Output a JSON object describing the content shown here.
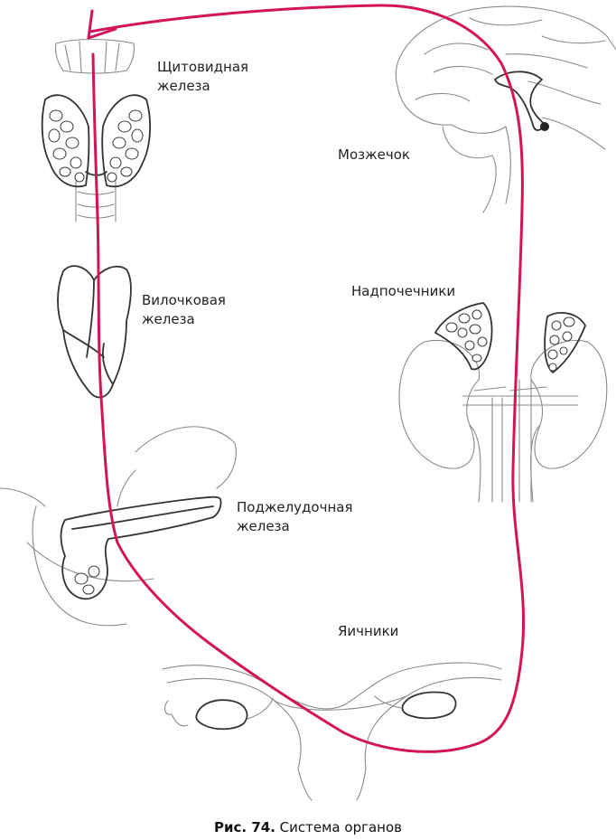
{
  "labels": {
    "thyroid_line1": "Щитовидная",
    "thyroid_line2": "железа",
    "cerebellum": "Мозжечок",
    "thymus_line1": "Вилочковая",
    "thymus_line2": "железа",
    "adrenal": "Надпочечники",
    "pancreas_line1": "Поджелудочная",
    "pancreas_line2": "железа",
    "ovaries": "Яичники"
  },
  "caption": {
    "number": "Рис. 74.",
    "text": " Система органов"
  },
  "colors": {
    "connector": "#d4145a",
    "sketch": "#8a8a8a",
    "ink": "#333333"
  },
  "icons": {
    "arrowhead": "arrowhead-icon"
  }
}
